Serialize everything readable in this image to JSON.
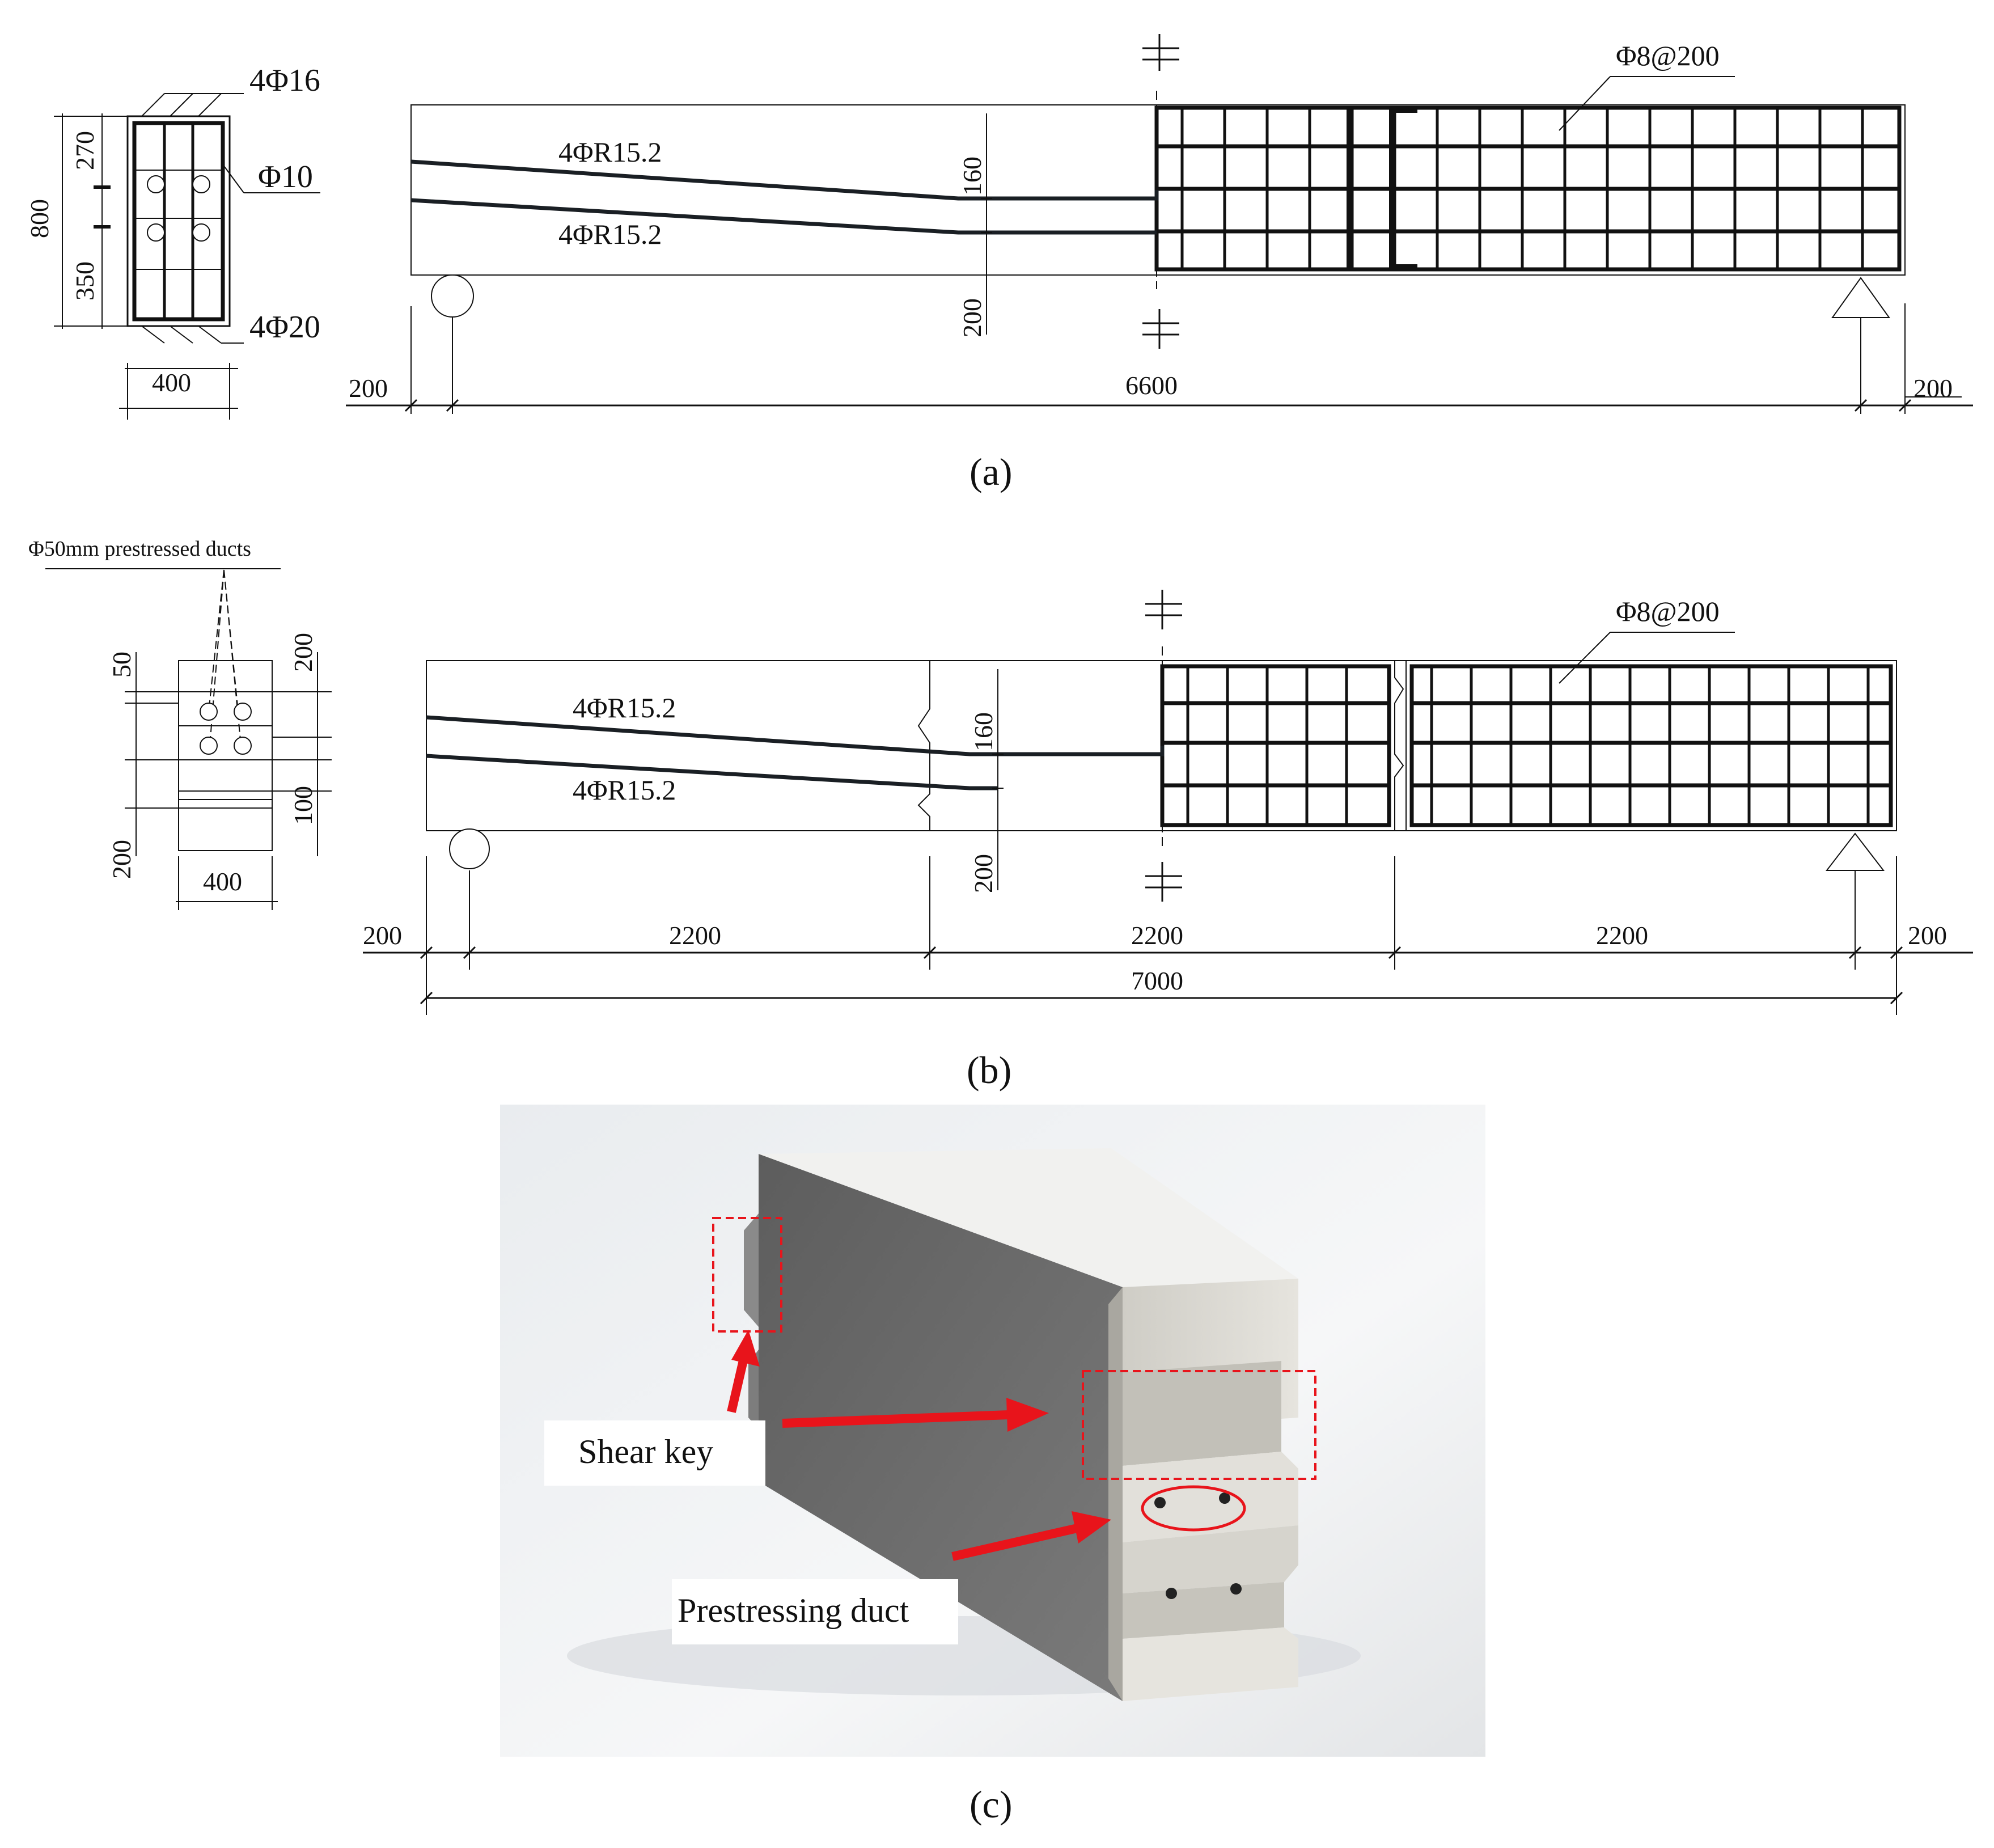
{
  "panel_a": {
    "section": {
      "top_bars": "4Φ16",
      "stirrup": "Φ10",
      "bottom_bars": "4Φ20",
      "dim_800": "800",
      "dim_270": "270",
      "dim_350": "350",
      "width": "400"
    },
    "elevation": {
      "tendon_top": "4ΦR15.2",
      "tendon_bottom": "4ΦR15.2",
      "stirrup_spacing": "Φ8@200",
      "dim_160": "160",
      "dim_200": "200",
      "left_overhang": "200",
      "span": "6600",
      "right_overhang": "200"
    },
    "caption": "(a)"
  },
  "panel_b": {
    "section": {
      "ducts_note": "Φ50mm prestressed ducts",
      "dim_50": "50",
      "dim_200_left": "200",
      "dim_200_right": "200",
      "dim_100": "100",
      "width": "400"
    },
    "elevation": {
      "tendon_top": "4ΦR15.2",
      "tendon_bottom": "4ΦR15.2",
      "stirrup_spacing": "Φ8@200",
      "dim_160": "160",
      "dim_200": "200",
      "left_overhang": "200",
      "segment_1": "2200",
      "segment_2": "2200",
      "segment_3": "2200",
      "right_overhang": "200",
      "total": "7000"
    },
    "caption": "(b)"
  },
  "panel_c": {
    "label_shear_key": "Shear key",
    "label_duct": "Prestressing duct",
    "caption": "(c)",
    "colors": {
      "annotation": "#e8141b",
      "concrete_dark": "#6b6b6b",
      "concrete_light": "#dcdbd6"
    }
  }
}
